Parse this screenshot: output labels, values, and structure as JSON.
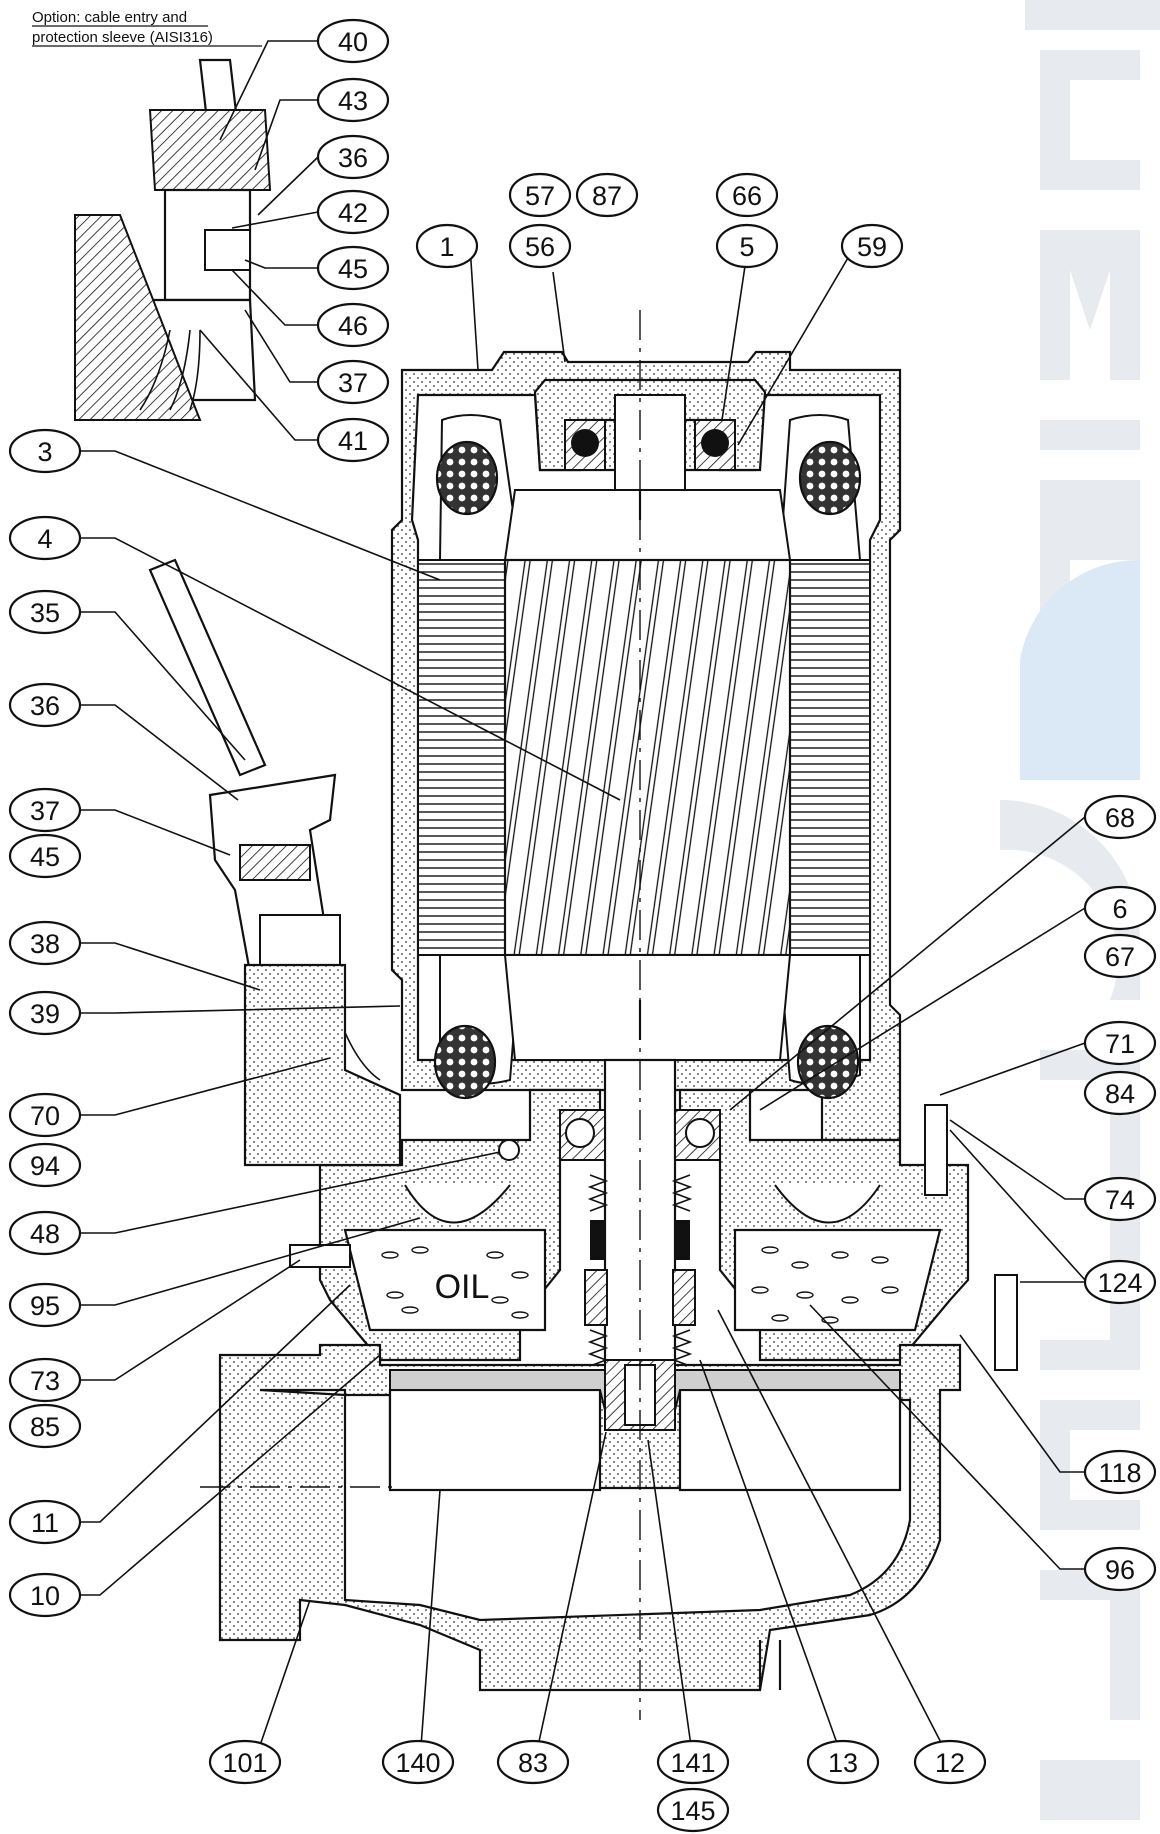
{
  "option_note": {
    "line1": "Option: cable entry and",
    "line2": "protection sleeve (AISI316)"
  },
  "oil_label": "OIL",
  "callouts": {
    "c40": "40",
    "c43": "43",
    "c36a": "36",
    "c42": "42",
    "c45a": "45",
    "c46": "46",
    "c37a": "37",
    "c41": "41",
    "c57": "57",
    "c87": "87",
    "c56": "56",
    "c66": "66",
    "c5": "5",
    "c1": "1",
    "c59": "59",
    "c3": "3",
    "c4": "4",
    "c35": "35",
    "c36b": "36",
    "c37b": "37",
    "c45b": "45",
    "c38": "38",
    "c39": "39",
    "c70": "70",
    "c94": "94",
    "c48": "48",
    "c95": "95",
    "c73": "73",
    "c85": "85",
    "c11": "11",
    "c10": "10",
    "c68": "68",
    "c6": "6",
    "c67": "67",
    "c71": "71",
    "c84": "84",
    "c74": "74",
    "c124": "124",
    "c118": "118",
    "c96": "96",
    "c101": "101",
    "c140": "140",
    "c83": "83",
    "c141": "141",
    "c145": "145",
    "c13": "13",
    "c12": "12"
  },
  "colors": {
    "line": "#111111",
    "watermark": "#e7eaef",
    "watermark_accent": "#dbe9f6"
  }
}
